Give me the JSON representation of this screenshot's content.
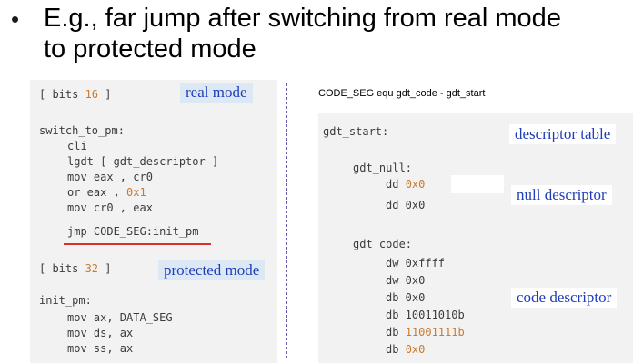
{
  "bullet": {
    "dot": "•",
    "text_line1": "E.g., far jump after switching from real mode",
    "text_line2": "to protected mode"
  },
  "left_code": {
    "bits16_pre": "[ bits ",
    "bits16_num": "16",
    "bits16_post": " ]",
    "switch_label": "switch_to_pm:",
    "cli": "cli",
    "lgdt": "lgdt [ gdt_descriptor ]",
    "mov_eax_cr0": "mov eax , cr0",
    "or_pre": "or eax , ",
    "or_num": "0x1",
    "mov_cr0_eax": "mov cr0 , eax",
    "jmp": "jmp CODE_SEG:init_pm",
    "bits32_pre": "[ bits ",
    "bits32_num": "32",
    "bits32_post": " ]",
    "init_label": "init_pm:",
    "mov_ax": "mov ax, DATA_SEG",
    "mov_ds": "mov ds, ax",
    "mov_ss": "mov ss, ax"
  },
  "right_code": {
    "heading": "CODE_SEG equ gdt_code - gdt_start",
    "gdt_start": "gdt_start:",
    "gdt_null": "gdt_null:",
    "dd1_pre": "dd ",
    "dd1_num": "0x0",
    "dd2": "dd 0x0",
    "gdt_code": "gdt_code:",
    "dw1": "dw 0xffff",
    "dw2": "dw 0x0",
    "db1": "db 0x0",
    "db2": "db 10011010b",
    "db3_pre": "db ",
    "db3_num": "11001111b",
    "db4_pre": "db ",
    "db4_num": "0x0"
  },
  "annotations": {
    "real_mode": "real mode",
    "protected_mode": "protected mode",
    "descriptor_table": "descriptor table",
    "null_descriptor": "null descriptor",
    "code_descriptor": "code descriptor"
  },
  "colors": {
    "number_highlight": "#cc7a2e",
    "annotation_text": "#1f3db8",
    "jmp_underline": "#d9312a",
    "divider": "#6a5ab0"
  }
}
